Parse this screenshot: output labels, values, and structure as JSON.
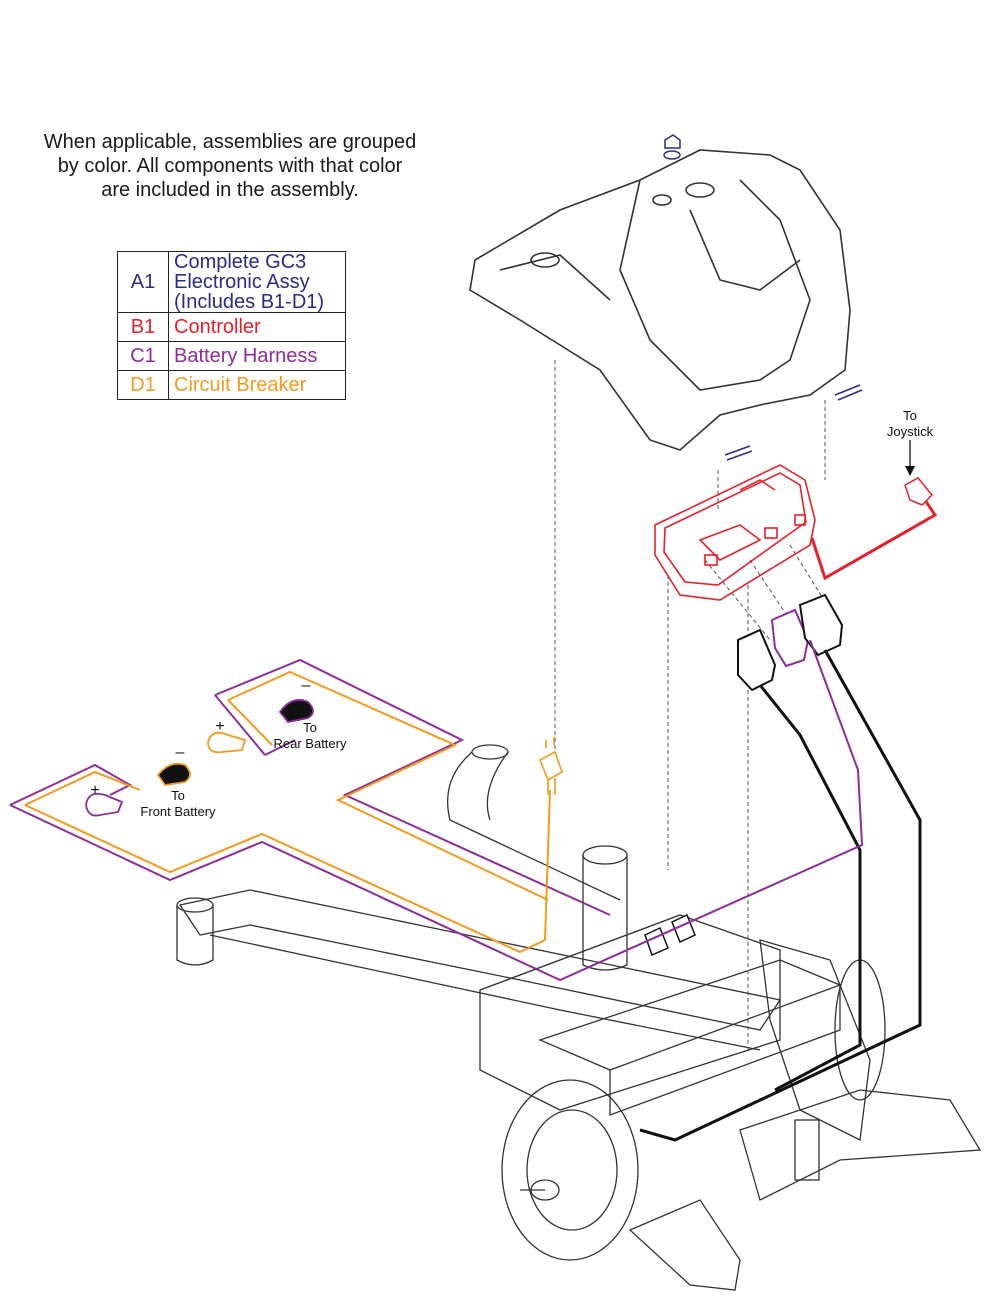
{
  "note": {
    "line1": "When applicable, assemblies are grouped",
    "line2": "by color. All components with that color",
    "line3": "are included in the assembly."
  },
  "legend": [
    {
      "code": "A1",
      "desc_lines": [
        "Complete GC3",
        "Electronic Assy",
        "(Includes B1-D1)"
      ],
      "color": "#2b2b8c"
    },
    {
      "code": "B1",
      "desc_lines": [
        "Controller"
      ],
      "color": "#e8202a"
    },
    {
      "code": "C1",
      "desc_lines": [
        "Battery Harness"
      ],
      "color": "#8e2c9a"
    },
    {
      "code": "D1",
      "desc_lines": [
        "Circuit Breaker"
      ],
      "color": "#f39a1e"
    }
  ],
  "labels": {
    "joystick_line1": "To",
    "joystick_line2": "Joystick",
    "rear_line1": "To",
    "rear_line2": "Rear Battery",
    "front_line1": "To",
    "front_line2": "Front Battery",
    "plus": "+",
    "minus": "–"
  },
  "colors": {
    "assembly": "#2b2b8c",
    "controller": "#e8202a",
    "harness": "#8e2c9a",
    "breaker": "#f39a1e",
    "wire_black": "#111111",
    "frame": "#333333"
  }
}
